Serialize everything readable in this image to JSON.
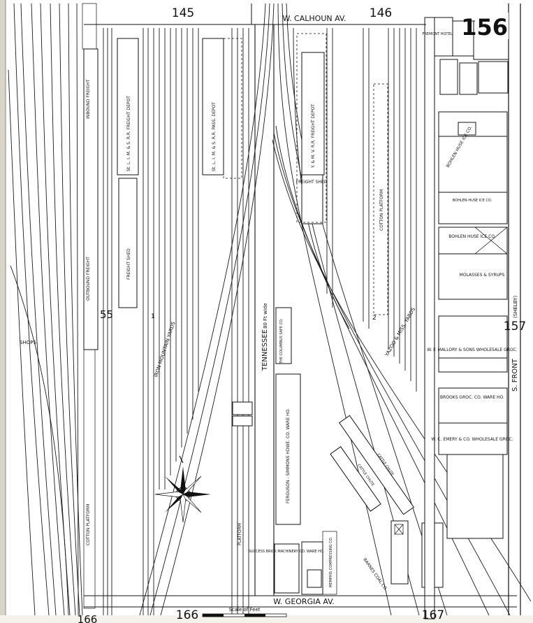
{
  "sheet": {
    "page_number": "156",
    "adjacent_sheets": {
      "top_left": "145",
      "top_center": "146",
      "left_mid": "55",
      "right_mid": "157",
      "bottom_left_a": "166",
      "bottom_left_b": "166",
      "bottom_right": "167"
    }
  },
  "streets": {
    "north": "W. CALHOUN AV.",
    "south": "W. GEORGIA AV.",
    "east": "S. FRONT",
    "east_alt": "(SHELBY)",
    "central": "TENNESSEE",
    "central_width": "80 Ft wide"
  },
  "rail_labels": {
    "yards_left": "IRON MOUNTAIN YARDS",
    "yards_right": "YAZOO & MISS. YARDS",
    "shops": "SHOPS",
    "outbound_freight": "OUTBOUND FREIGHT",
    "cotton_platform_left": "COTTON PLATFORM",
    "cotton_platform_right": "COTTON PLATFORM",
    "platform": "PLATFORM",
    "inbound_freight": "INBOUND FREIGHT"
  },
  "buildings": {
    "freight_depot_1": "St. L. I. M. & S. R.R. FREIGHT DEPOT",
    "freight_depot_2": "St. L. I. M. & S. R.R. PASS. DEPOT",
    "freight_shed_1": "FREIGHT SHED",
    "ymv_depot": "Y. & M. V. R.R. FREIGHT DEPOT",
    "freight_shed_2": "FREIGHT SHED",
    "ferguson_co": "FERGUSON - SIMMONS HDWE. CO. WARE HO.",
    "columbus_co": "THE COLUMBUS SAFE CO.",
    "success_brick": "SUCCESS BRICK MACHINERY CO. WARE HO.",
    "memphis_compressing": "MEMPHIS COMPRESSING CO.",
    "barnes_coal": "BARNES COAL CO.",
    "cattle_chute_1": "CATTLE CHUTE",
    "cattle_chute_2": "CATTLE CHUTE",
    "mallory": "W. F. MALLORY & SONS WHOLESALE GROC.",
    "brooks_groc": "BROOKS GROC. CO. WARE HO.",
    "emery": "W. C. EMERY & CO. WHOLESALE GROC.",
    "bohlen_ice": "BOHLEN HUSE ICE CO.",
    "bohlen_huse": "BOHLEN-HUSE ICE CO.",
    "molasses": "MOLASSES & SYRUPS",
    "bohlen_ice_2": "BOHLEN HUSE ICE CO.",
    "fremont_hotel": "FREMONT HOTEL"
  },
  "misc": {
    "scale_label": "Scale of Feet",
    "block_number": "1",
    "block_number_2": "2"
  },
  "colors": {
    "paper": "#ffffff",
    "ink": "#111111",
    "margin": "#f4f2ea"
  },
  "icons": [
    "compass-rose-icon"
  ]
}
